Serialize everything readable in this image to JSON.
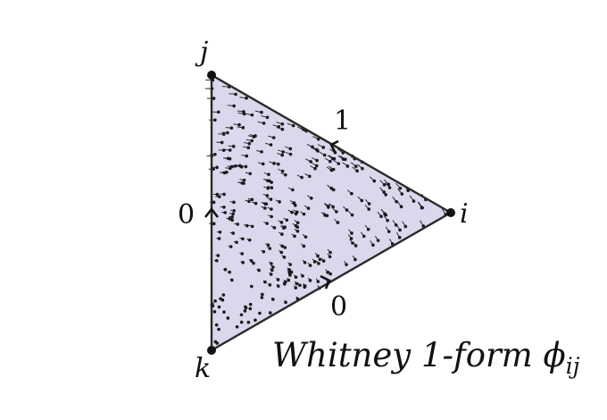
{
  "vertices": {
    "i": "i",
    "j": "j",
    "k": "k"
  },
  "edge_values": {
    "ij": "1",
    "jk": "0",
    "ki": "0"
  },
  "caption": {
    "text": "Whitney 1-form ",
    "symbol": "ϕ",
    "subscript": "ij"
  },
  "colors": {
    "fill": "#d9d8ec",
    "edge": "#2a2a2a",
    "field": "#1a1a1a"
  }
}
